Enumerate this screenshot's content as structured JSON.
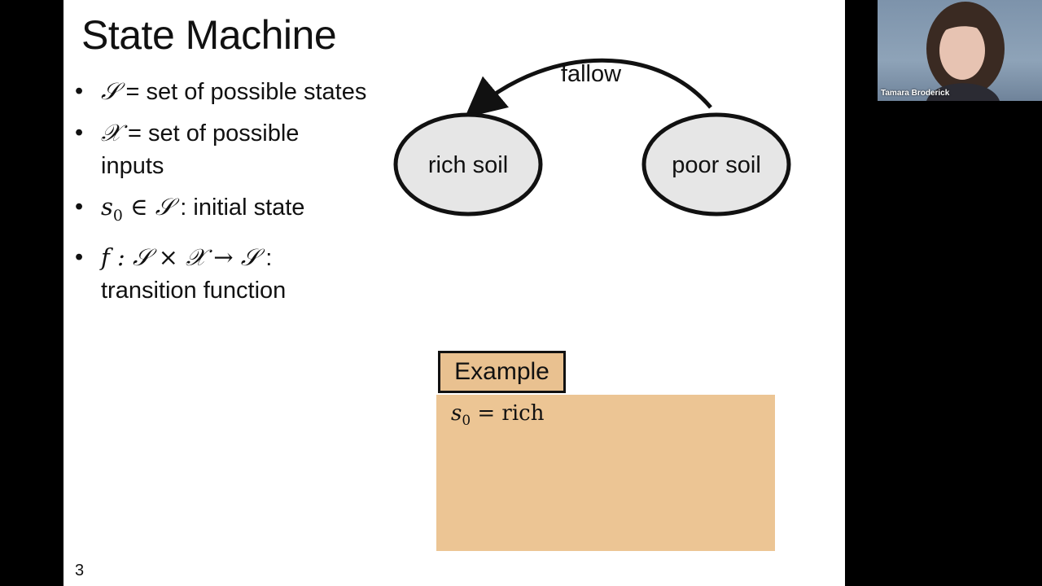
{
  "slide": {
    "title": "State Machine",
    "page_number": "3",
    "bullets": [
      {
        "symbol": "𝒮",
        "text": " = set of possible states"
      },
      {
        "symbol": "𝒳",
        "text": " = set of possible inputs"
      },
      {
        "symbol": "s",
        "sub": "0",
        "mid": " ∈ 𝒮",
        "text": " : initial state"
      },
      {
        "symbol": "f",
        "mid": " : 𝒮 × 𝒳 → 𝒮",
        "text": " : transition function"
      }
    ],
    "diagram": {
      "nodes": [
        {
          "label": "rich soil"
        },
        {
          "label": "poor soil"
        }
      ],
      "edge_label": "fallow"
    },
    "example": {
      "label": "Example",
      "s_symbol": "s",
      "s_sub": "0",
      "equation_rest": " = rich"
    }
  },
  "webcam": {
    "participant_name": "Tamara Broderick"
  },
  "colors": {
    "background": "#000000",
    "slide": "#ffffff",
    "node_fill": "#e6e6e6",
    "example_fill": "#ecc594"
  }
}
